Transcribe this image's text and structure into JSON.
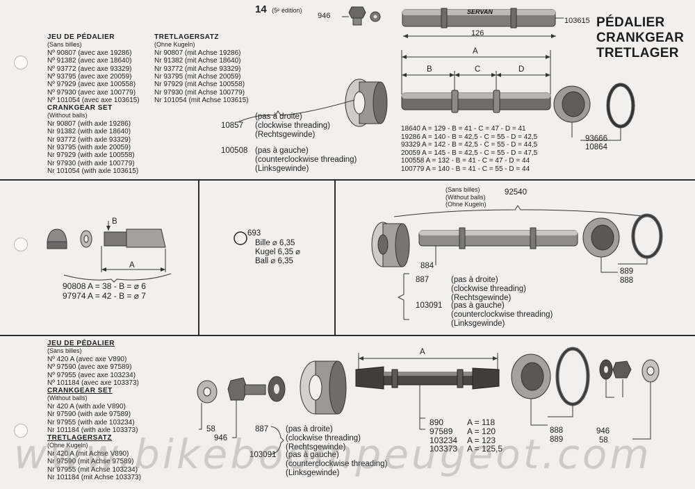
{
  "header": {
    "page_number": "14",
    "edition": "(5ᵉ édition)",
    "part_946": "946",
    "part_103615": "103615",
    "dim_126": "126",
    "title_fr": "PÉDALIER",
    "title_en": "CRANKGEAR",
    "title_de": "TRETLAGER"
  },
  "axle_brand": "SERVAN",
  "block1_fr": {
    "heading": "JEU DE PÉDALIER",
    "sub": "(Sans billes)",
    "rows": [
      "Nº 90807 (avec axe 19286)",
      "Nº 91382 (avec axe 18640)",
      "Nº 93772 (avec axe 93329)",
      "Nº 93795 (avec axe 20059)",
      "Nº 97929 (avec axe 100558)",
      "Nº 97930 (avec axe 100779)",
      "Nº 101054 (avec axe 103615)"
    ]
  },
  "block1_en": {
    "heading": "CRANKGEAR SET",
    "sub": "(Without balls)",
    "rows": [
      "Nr 90807 (with axle 19286)",
      "Nr 91382 (with axle 18640)",
      "Nr 93772 (with axle 93329)",
      "Nr 93795 (with axle 20059)",
      "Nr 97929 (with axle 100558)",
      "Nr 97930 (with axle 100779)",
      "Nr 101054 (with axle 103615)"
    ]
  },
  "block1_de": {
    "heading": "TRETLAGERSATZ",
    "sub": "(Ohne Kugeln)",
    "rows": [
      "Nr 90807 (mit Achse 19286)",
      "Nr 91382 (mit Achse 18640)",
      "Nr 93772 (mit Achse 93329)",
      "Nr 93795 (mit Achse 20059)",
      "Nr 97929 (mit Achse 100558)",
      "Nr 97930 (mit Achse 100779)",
      "Nr 101054 (mit Achse 103615)"
    ]
  },
  "cups1": {
    "right_no": "10857",
    "right": [
      "(pas à droite)",
      "(clockwise threading)",
      "(Rechtsgewinde)"
    ],
    "left_no": "100508",
    "left": [
      "(pas à gauche)",
      "(counterclockwise threading)",
      "(Linksgewinde)"
    ]
  },
  "axle1_dims": {
    "a": "A",
    "b": "B",
    "c": "C",
    "d": "D"
  },
  "axle1_table": [
    "18640 A = 129 - B = 41  - C = 47 - D = 41",
    "19286 A = 140 - B = 42,5 - C = 55 - D = 42,5",
    "93329 A = 142 - B = 42,5 - C = 55 - D = 44,5",
    "20059 A = 145 - B = 42,5 - C = 55 - D = 47,5",
    "100558 A = 132 - B = 41  - C = 47 - D = 44",
    "100779 A = 140 - B = 41  - C = 55 - D = 44"
  ],
  "right_parts1": {
    "p1": "93666",
    "p2": "10864"
  },
  "cotter": {
    "b": "B",
    "a": "A",
    "rows": [
      "90808 A = 38 - B = ⌀ 6",
      "97974 A = 42 - B = ⌀ 7"
    ]
  },
  "ball": {
    "no": "693",
    "rows": [
      "Bille ⌀ 6,35",
      "Kugel 6,35 ⌀",
      "Ball ⌀ 6,35"
    ]
  },
  "set92540": {
    "header": [
      "(Sans billes)",
      "(Without balls)",
      "(Ohne Kugeln)"
    ],
    "no": "92540",
    "axle": "884",
    "right_parts": [
      "889",
      "888"
    ],
    "right_no": "887",
    "right": [
      "(pas à droite)",
      "(clockwise threading)",
      "(Rechtsgewinde)"
    ],
    "left_no": "103091",
    "left": [
      "(pas à gauche)",
      "(counterclockwise threading)",
      "(Linksgewinde)"
    ]
  },
  "block3_fr": {
    "heading": "JEU DE PÉDALIER",
    "sub": "(Sans billes)",
    "rows": [
      "Nº 420 A (avec axe V890)",
      "Nº 97590 (avec axe 97589)",
      "Nº 97955 (avec axe 103234)",
      "Nº 101184 (avec axe 103373)"
    ]
  },
  "block3_en": {
    "heading": "CRANKGEAR SET",
    "sub": "(Without balls)",
    "rows": [
      "Nr 420 A (with axle V890)",
      "Nr 97590 (with axle 97589)",
      "Nr 97955 (with axle 103234)",
      "Nr 101184 (with axle 103373)"
    ]
  },
  "block3_de": {
    "heading": "TRETLAGERSATZ",
    "sub": "(Ohne Kugeln)",
    "rows": [
      "Nr 420 A (mit Achse V890)",
      "Nr 97590 (mit Achse 97589)",
      "Nr 97955 (mit Achse 103234)",
      "Nr 101184 (mit Achse 103373)"
    ]
  },
  "bottom_parts": {
    "p58": "58",
    "p946": "946",
    "right_no": "887",
    "right": [
      "(pas à droite)",
      "(clockwise threading)",
      "(Rechtsgewinde)"
    ],
    "left_no": "103091",
    "left": [
      "(pas à gauche)",
      "(counterclockwise threading)",
      "(Linksgewinde)"
    ],
    "axle_dim": "A",
    "axles": [
      {
        "no": "890",
        "dim": "A = 118"
      },
      {
        "no": "97589",
        "dim": "A = 120"
      },
      {
        "no": "103234",
        "dim": "A = 123"
      },
      {
        "no": "103373",
        "dim": "A = 125,5"
      }
    ],
    "r888": "888",
    "r889": "889",
    "r946": "946",
    "r58": "58"
  },
  "watermark": "www.bikeboompeugeot.com"
}
